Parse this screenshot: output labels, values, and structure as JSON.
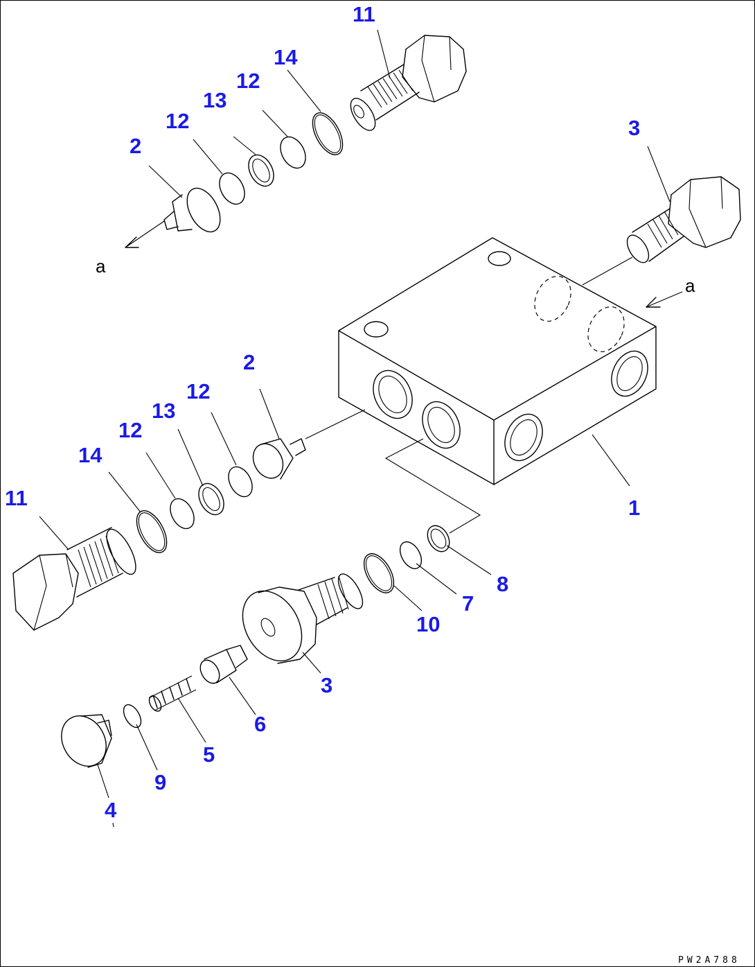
{
  "drawing_code": "PW2A788",
  "view_labels": {
    "top": "a",
    "right": "a"
  },
  "callouts": {
    "p11_top": "11",
    "p14_top": "14",
    "p12_top_b": "12",
    "p13_top": "13",
    "p12_top_a": "12",
    "p2_top": "2",
    "p3_right": "3",
    "p2_mid": "2",
    "p12_mid_b": "12",
    "p13_mid": "13",
    "p12_mid_a": "12",
    "p14_mid": "14",
    "p11_left": "11",
    "p1": "1",
    "p8": "8",
    "p7": "7",
    "p10": "10",
    "p3_bottom": "3",
    "p6": "6",
    "p5": "5",
    "p9": "9",
    "p4": "4"
  },
  "colors": {
    "callout": "#1a1ae6",
    "line": "#000000",
    "background": "#ffffff"
  }
}
